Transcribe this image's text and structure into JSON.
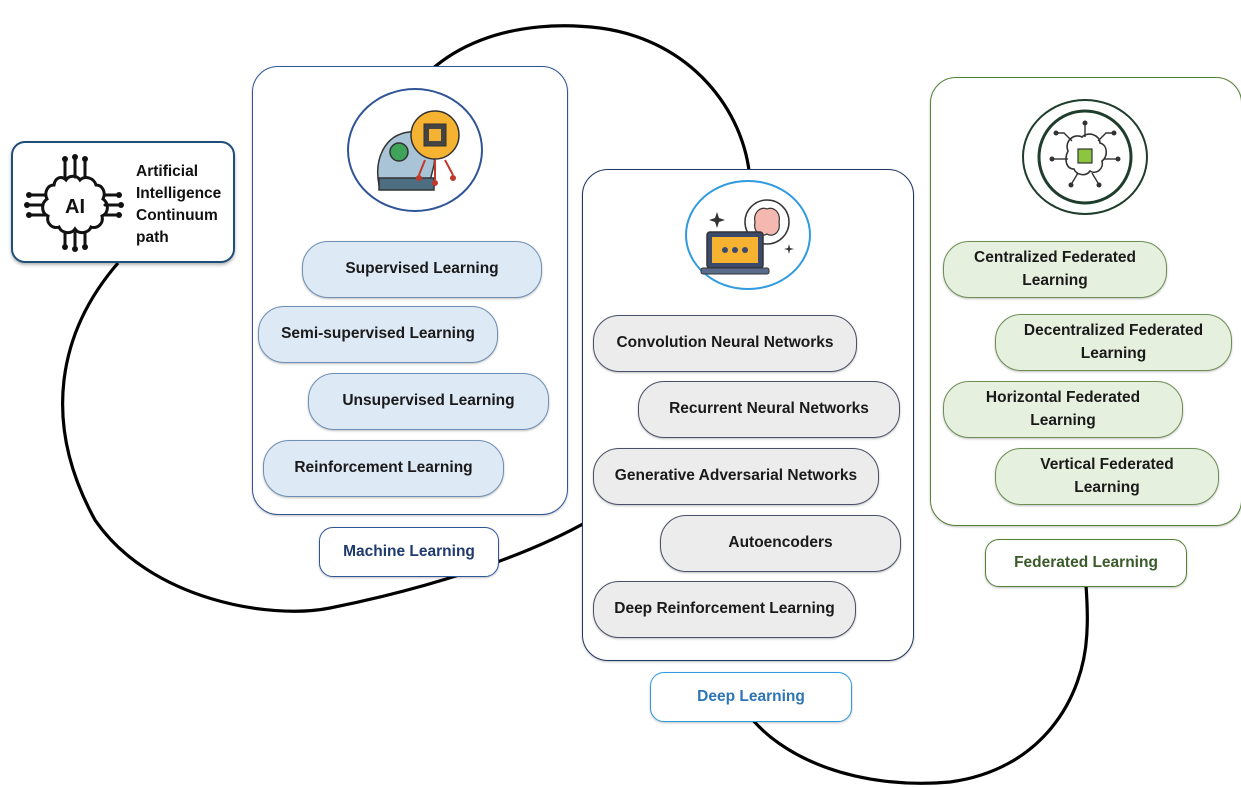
{
  "ai_box": {
    "lines": [
      "Artificial",
      "Intelligence",
      "Continuum",
      "path"
    ],
    "icon_text": "AI"
  },
  "machine_learning": {
    "label": "Machine Learning",
    "items": [
      "Supervised Learning",
      "Semi-supervised Learning",
      "Unsupervised Learning",
      "Reinforcement Learning"
    ],
    "label_color": "#1f3a6e"
  },
  "deep_learning": {
    "label": "Deep Learning",
    "items": [
      "Convolution Neural Networks",
      "Recurrent Neural Networks",
      "Generative Adversarial Networks",
      "Autoencoders",
      "Deep Reinforcement Learning"
    ],
    "label_color": "#2e75b6"
  },
  "federated_learning": {
    "label": "Federated Learning",
    "items": [
      [
        "Centralized Federated",
        "Learning"
      ],
      [
        "Decentralized Federated",
        "Learning"
      ],
      [
        "Horizontal Federated",
        "Learning"
      ],
      [
        "Vertical Federated",
        "Learning"
      ]
    ],
    "label_color": "#3a5a2a"
  },
  "colors": {
    "ml_border": "#2f5597",
    "dl_border": "#1f3864",
    "fl_border": "#548235",
    "connector": "#000000"
  },
  "icons": {
    "ml": "robot-gear-icon",
    "dl": "laptop-brain-icon",
    "fl": "circuit-brain-icon",
    "ai": "ai-chip-icon"
  }
}
